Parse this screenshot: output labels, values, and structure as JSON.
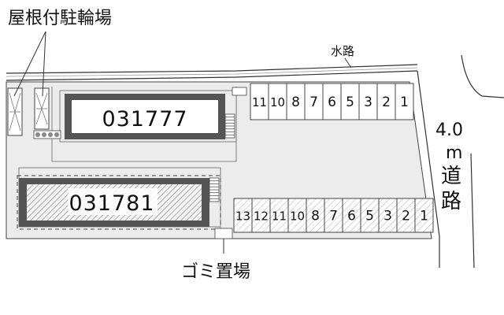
{
  "labels": {
    "bicycle_parking": "屋根付駐輪場",
    "waterway": "水路",
    "road_width": "4.0",
    "road_unit": "m",
    "road_name_1": "道",
    "road_name_2": "路",
    "garbage": "ゴミ置場"
  },
  "buildings": {
    "upper": "031777",
    "lower": "031781"
  },
  "parking": {
    "upper_row": [
      "11",
      "10",
      "8",
      "7",
      "6",
      "5",
      "3",
      "2",
      "1"
    ],
    "lower_row": [
      "13",
      "12",
      "11",
      "10",
      "8",
      "7",
      "6",
      "5",
      "3",
      "2",
      "1"
    ]
  },
  "colors": {
    "lot": "#ececec",
    "line": "#333333",
    "building_frame": "#555555",
    "building_body": "#ffffff",
    "hatch": "#888888",
    "text": "#111111"
  }
}
